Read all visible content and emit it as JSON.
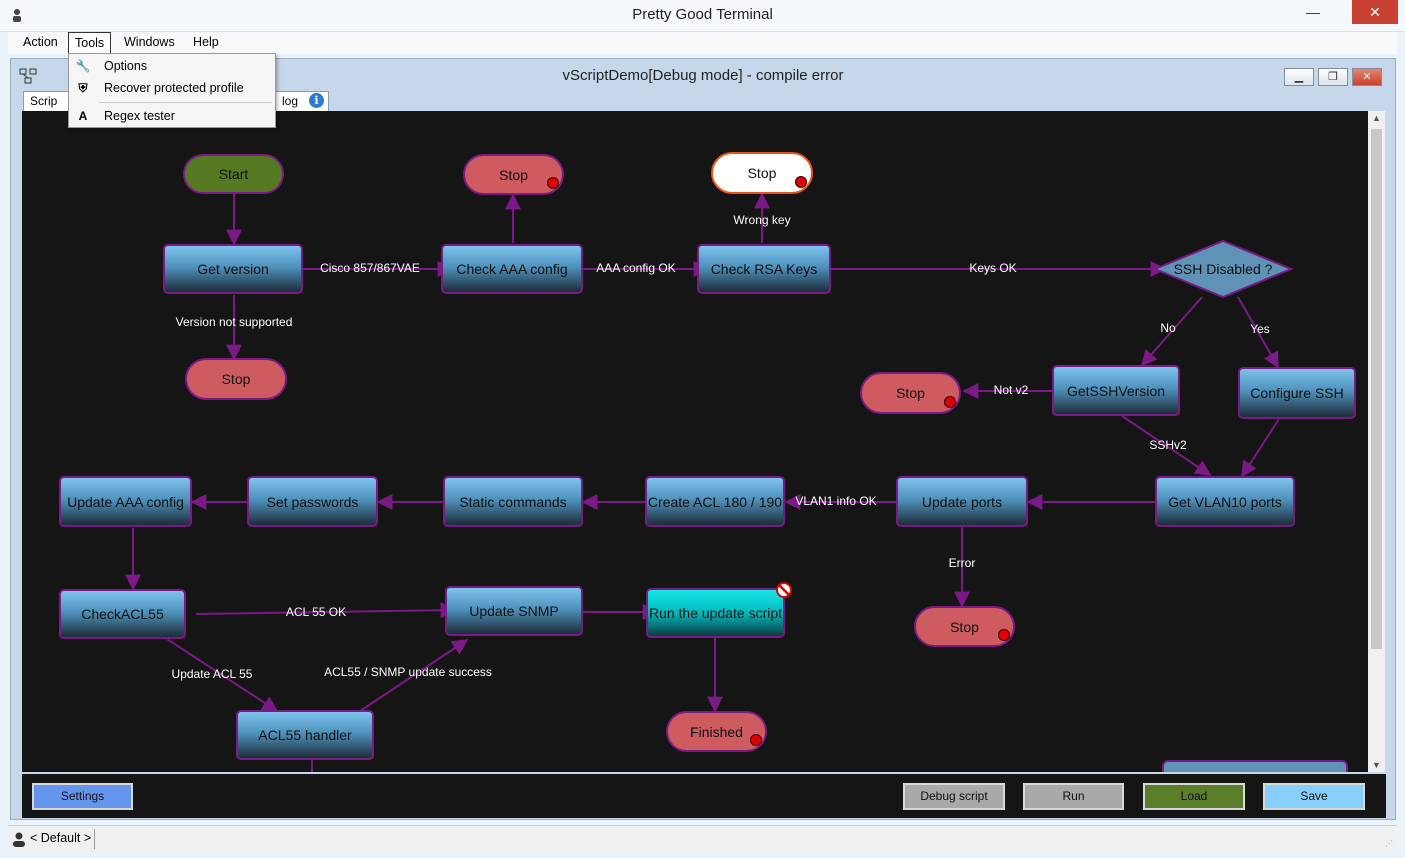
{
  "window": {
    "title": "Pretty Good Terminal"
  },
  "menubar": [
    "Action",
    "Tools",
    "Windows",
    "Help"
  ],
  "tools_menu": {
    "options": "Options",
    "recover": "Recover protected profile",
    "regex": "Regex tester"
  },
  "child": {
    "title": "vScriptDemo[Debug mode] - compile error",
    "tab_script": "Scrip",
    "tab_log": "log"
  },
  "nodes": {
    "start": "Start",
    "get_version": "Get version",
    "check_aaa": "Check AAA config",
    "check_rsa": "Check RSA Keys",
    "ssh_disabled": "SSH Disabled ?",
    "stop_aaa": "Stop",
    "stop_rsa": "Stop",
    "stop_version": "Stop",
    "get_ssh_version": "GetSSHVersion",
    "configure_ssh": "Configure SSH",
    "stop_ssh": "Stop",
    "get_vlan10": "Get VLAN10 ports",
    "update_ports": "Update ports",
    "create_acl": "Create ACL 180 / 190",
    "static_commands": "Static commands",
    "set_passwords": "Set passwords",
    "update_aaa": "Update AAA config",
    "stop_ports": "Stop",
    "check_acl55": "CheckACL55",
    "update_snmp": "Update SNMP",
    "run_update": "Run the update script",
    "finished": "Finished",
    "acl55_handler": "ACL55 handler"
  },
  "edge_labels": {
    "cisco": "Cisco 857/867VAE",
    "aaa_ok": "AAA config OK",
    "keys_ok": "Keys OK",
    "wrong_key": "Wrong key",
    "version_not_supported": "Version not supported",
    "no": "No",
    "yes": "Yes",
    "not_v2": "Not v2",
    "sshv2": "SSHv2",
    "vlan1_ok": "VLAN1 info OK",
    "error": "Error",
    "acl55_ok": "ACL 55 OK",
    "update_acl55": "Update ACL 55",
    "acl55_snmp": "ACL55 / SNMP update success"
  },
  "buttons": {
    "settings": "Settings",
    "debug": "Debug script",
    "run": "Run",
    "load": "Load",
    "save": "Save"
  },
  "status": {
    "profile": "< Default >"
  },
  "colors": {
    "canvas": "#151515",
    "edge": "#7b1a86",
    "stop": "#cd5b5f",
    "start": "#567a22",
    "active": "#00c8c8",
    "settings_btn": "#6495ed",
    "load_btn": "#5a7d2a",
    "save_btn": "#87cefa"
  }
}
